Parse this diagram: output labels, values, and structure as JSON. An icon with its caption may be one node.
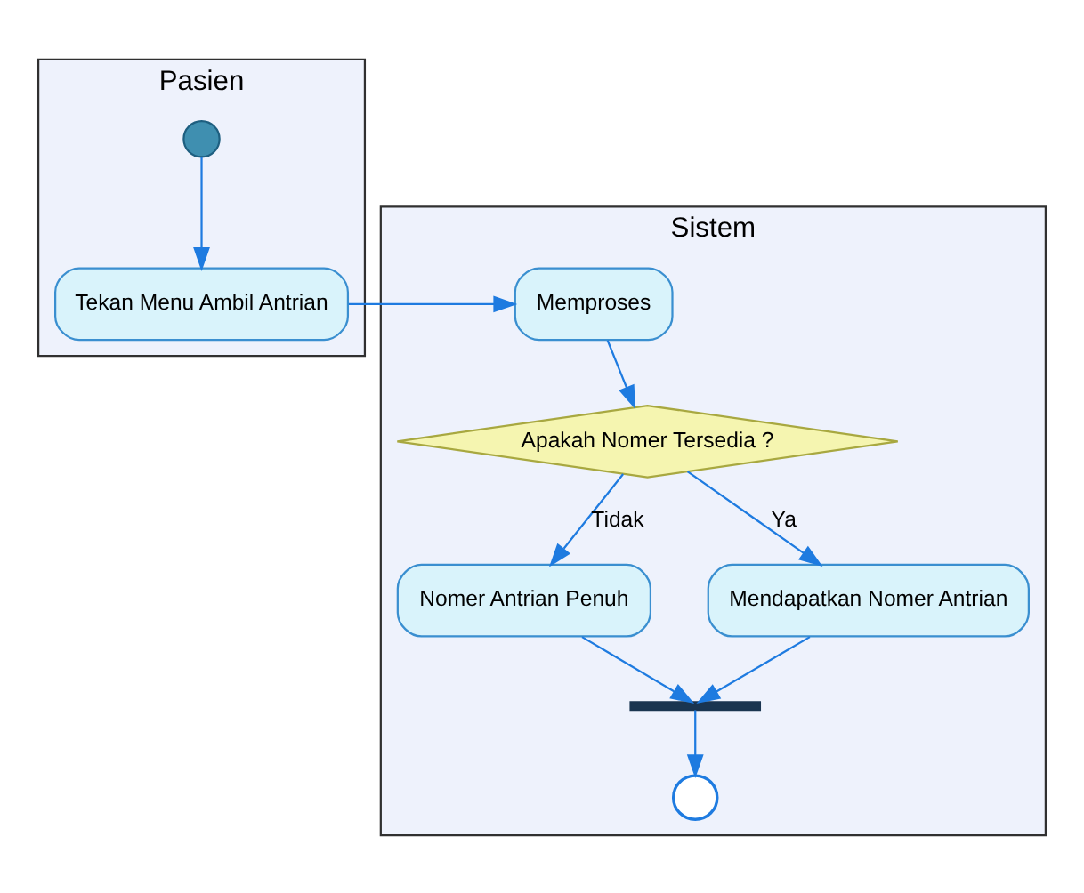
{
  "diagram": {
    "nodes": [
      {
        "text": [
          "Pasien"
        ]
      },
      {
        "text": [
          "Sistem"
        ]
      },
      {
        "text": [],
        "shape": "circle",
        "in": 0
      },
      {
        "text": [
          "Tekan Menu Ambil Antrian"
        ],
        "in": 0
      },
      {
        "text": [
          "Memproses"
        ],
        "in": 1
      },
      {
        "text": [
          "Apakah Nomer Tersedia ?"
        ],
        "in": 1
      },
      {
        "text": [
          "Nomer Antrian Penuh"
        ],
        "in": 1
      },
      {
        "text": [
          "Mendapatkan Nomer Antrian"
        ],
        "in": 1
      },
      {
        "text": [],
        "shape": "bar",
        "in": 1
      },
      {
        "text": [],
        "shape": "circle",
        "in": 1
      }
    ],
    "edges": [
      {
        "from": 2,
        "to": 3,
        "arrow": "to"
      },
      {
        "from": 3,
        "to": 4,
        "arrow": "to"
      },
      {
        "from": 4,
        "to": 5,
        "arrow": "to"
      },
      {
        "from": 5,
        "to": 6,
        "label": "Tidak",
        "arrow": "to"
      },
      {
        "from": 5,
        "to": 7,
        "label": "Ya",
        "arrow": "to"
      },
      {
        "from": 7,
        "to": 8,
        "arrow": "to"
      },
      {
        "from": 6,
        "to": 8,
        "arrow": "to"
      },
      {
        "from": 8,
        "to": 9,
        "arrow": "to"
      }
    ]
  }
}
